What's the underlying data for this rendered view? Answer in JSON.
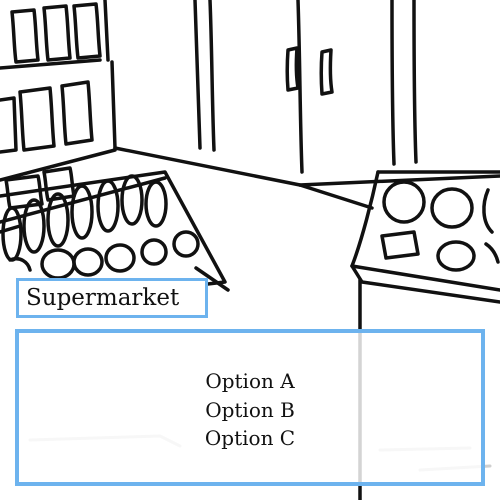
{
  "location": {
    "name": "Supermarket"
  },
  "menu": {
    "options": [
      {
        "label": "Option A"
      },
      {
        "label": "Option B"
      },
      {
        "label": "Option C"
      }
    ]
  },
  "colors": {
    "frame_accent": "#6db3ee",
    "line_art": "#111111"
  }
}
